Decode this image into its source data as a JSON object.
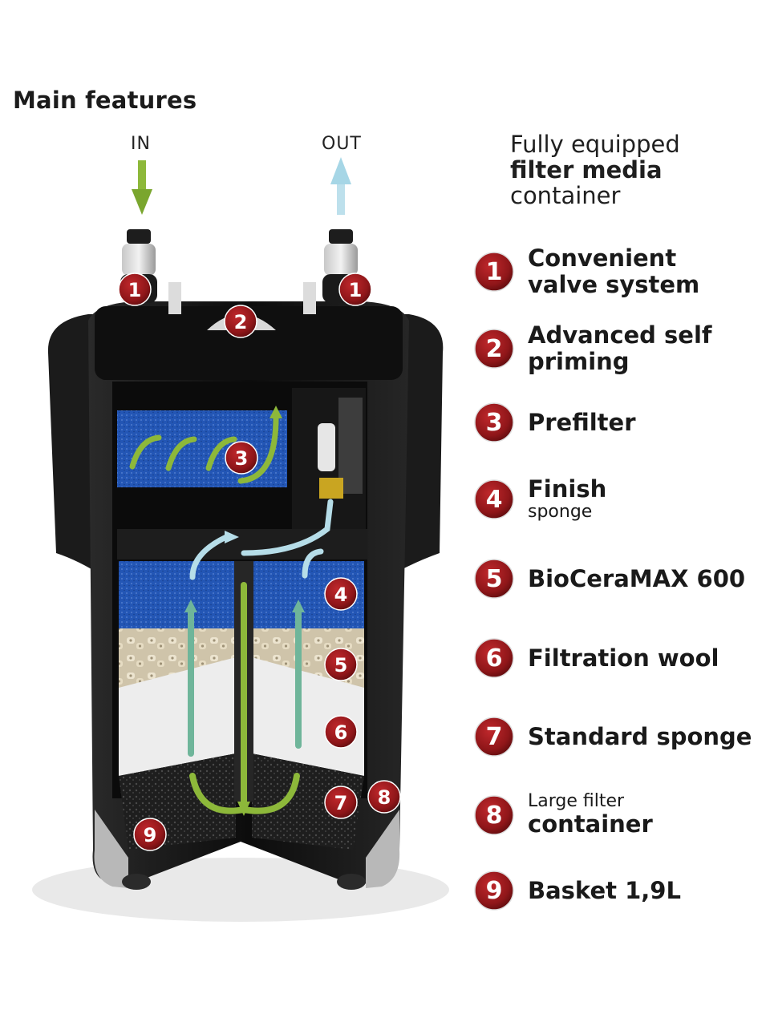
{
  "heading": "Main features",
  "ports": {
    "in_label": "IN",
    "out_label": "OUT"
  },
  "intro": {
    "line1": "Fully equipped",
    "line2": "filter media",
    "line3": "container"
  },
  "features": [
    {
      "num": "1",
      "line1": "Convenient",
      "line2": "valve system"
    },
    {
      "num": "2",
      "line1": "Advanced self",
      "line2": "priming"
    },
    {
      "num": "3",
      "line1": "Prefilter"
    },
    {
      "num": "4",
      "line1": "Finish",
      "sub": "sponge"
    },
    {
      "num": "5",
      "line1": "BioCeraMAX 600"
    },
    {
      "num": "6",
      "line1": "Filtration wool"
    },
    {
      "num": "7",
      "line1": "Standard sponge"
    },
    {
      "num": "8",
      "pre": "Large filter",
      "line1": "container"
    },
    {
      "num": "9",
      "line1": "Basket 1,9L"
    }
  ],
  "callouts": [
    "1",
    "1",
    "2",
    "3",
    "4",
    "5",
    "6",
    "7",
    "8",
    "9"
  ],
  "colors": {
    "badge": "#9b1a1d",
    "badge_dark": "#5e0c0e",
    "in_arrow": "#8db83a",
    "out_arrow": "#a6d6e6",
    "sponge_blue": "#1f4fa8",
    "body": "#141414"
  }
}
